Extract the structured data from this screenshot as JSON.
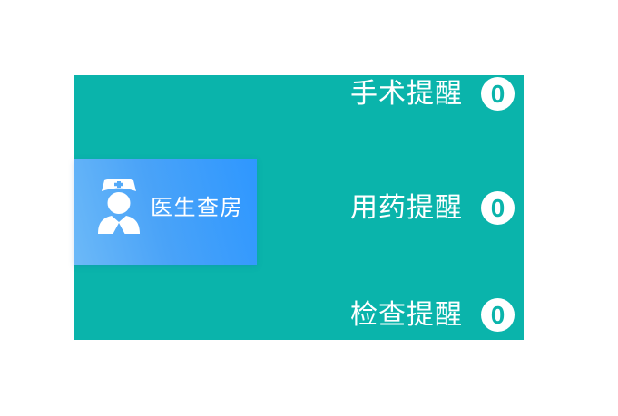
{
  "colors": {
    "panel_teal": "#0ab4ab",
    "card_blue_start": "#6cb9f8",
    "card_blue_end": "#2e97ff",
    "text_white": "#ffffff"
  },
  "card": {
    "label": "医生查房",
    "icon": "doctor-icon"
  },
  "reminders": [
    {
      "label": "手术提醒",
      "count": "0"
    },
    {
      "label": "用药提醒",
      "count": "0"
    },
    {
      "label": "检查提醒",
      "count": "0"
    }
  ]
}
